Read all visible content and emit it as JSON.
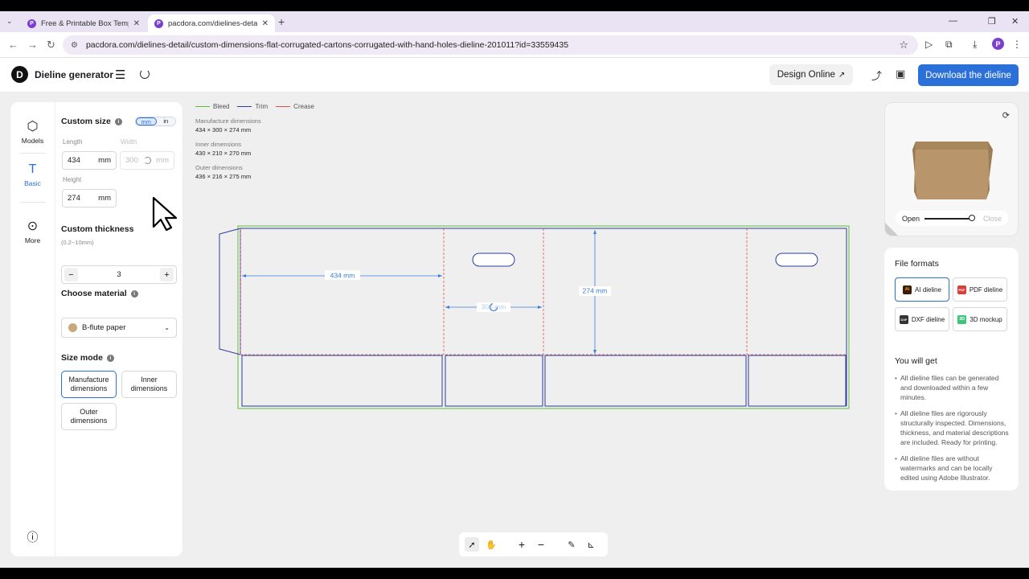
{
  "browser": {
    "tabs": [
      {
        "title": "Free & Printable Box Templat",
        "active": false
      },
      {
        "title": "pacdora.com/dielines-detail/",
        "active": true
      }
    ],
    "url": "pacdora.com/dielines-detail/custom-dimensions-flat-corrugated-cartons-corrugated-with-hand-holes-dieline-201011?id=33559435",
    "profile_initial": "P"
  },
  "header": {
    "logo_letter": "D",
    "title": "Dieline generator",
    "design_online": "Design Online",
    "design_arrow": "↗",
    "download": "Download the dieline"
  },
  "rail": {
    "models": "Models",
    "basic": "Basic",
    "more": "More"
  },
  "panel": {
    "custom_size": "Custom size",
    "unit_mm": "mm",
    "unit_in": "in",
    "length_label": "Length",
    "length_value": "434",
    "width_label": "Width",
    "width_value": "300",
    "height_label": "Height",
    "height_value": "274",
    "unit": "mm",
    "thickness_title": "Custom thickness",
    "thickness_range": "(0.2~10mm)",
    "thickness_value": "3",
    "minus": "−",
    "plus": "+",
    "material_title": "Choose material",
    "material_value": "B-flute paper",
    "size_mode_title": "Size mode",
    "mode_manufacture": "Manufacture dimensions",
    "mode_inner": "Inner dimensions",
    "mode_outer": "Outer dimensions"
  },
  "canvas": {
    "legend": [
      {
        "label": "Bleed",
        "color": "#5cbf3a"
      },
      {
        "label": "Trim",
        "color": "#2b3a9e"
      },
      {
        "label": "Crease",
        "color": "#e05050"
      }
    ],
    "manufacture_label": "Manufacture dimensions",
    "manufacture_value": "434 × 300 × 274 mm",
    "inner_label": "Inner dimensions",
    "inner_value": "430 × 210 × 270 mm",
    "outer_label": "Outer dimensions",
    "outer_value": "436 × 216 × 275 mm",
    "dim_length": "434 mm",
    "dim_width": "300 mm",
    "dim_height": "274 mm"
  },
  "preview": {
    "open": "Open",
    "close": "Close"
  },
  "formats": {
    "title": "File formats",
    "items": [
      {
        "label": "AI dieline",
        "badge": "Ai",
        "color": "#3b1e08"
      },
      {
        "label": "PDF dieline",
        "badge": "PDF",
        "color": "#d8413b"
      },
      {
        "label": "DXF dieline",
        "badge": "DXF",
        "color": "#333333"
      },
      {
        "label": "3D mockup",
        "badge": "3D",
        "color": "#3cc47a"
      }
    ],
    "get_title": "You will get",
    "benefits": [
      "All dieline files can be generated and downloaded within a few minutes.",
      "All dieline files are rigorously structurally inspected. Dimensions, thickness, and material descriptions are included. Ready for printing.",
      "All dieline files are without watermarks and can be locally edited using Adobe Illustrator."
    ]
  },
  "colors": {
    "accent": "#2b6fd9",
    "bleed": "#5cbf3a",
    "trim": "#2b3a9e",
    "crease": "#e05050",
    "dimension": "#3b7fd6"
  }
}
